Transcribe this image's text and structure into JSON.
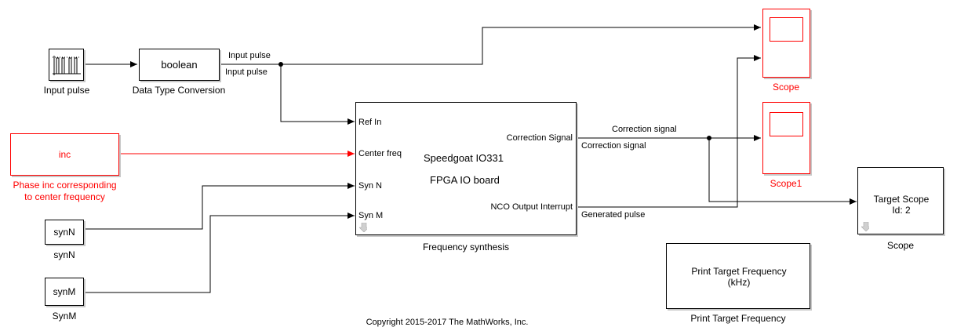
{
  "blocks": {
    "input_pulse": {
      "caption": "Input pulse"
    },
    "data_type_conversion": {
      "text": "boolean",
      "caption": "Data Type Conversion"
    },
    "inc": {
      "text": "inc",
      "caption_line1": "Phase inc corresponding",
      "caption_line2": "to center frequency"
    },
    "synN": {
      "text": "synN",
      "caption": "synN"
    },
    "synM": {
      "text": "synM",
      "caption": "SynM"
    },
    "freq_synth": {
      "inputs": [
        "Ref In",
        "Center freq",
        "Syn N",
        "Syn M"
      ],
      "outputs": [
        "Correction Signal",
        "NCO Output Interrupt"
      ],
      "title_line1": "Speedgoat IO331",
      "title_line2": "FPGA IO board",
      "caption": "Frequency synthesis"
    },
    "scope": {
      "caption": "Scope"
    },
    "scope1": {
      "caption": "Scope1"
    },
    "target_scope": {
      "line1": "Target Scope",
      "line2": "Id: 2",
      "caption": "Scope"
    },
    "print_target": {
      "line1": "Print Target Frequency",
      "line2": "(kHz)",
      "caption": "Print Target Frequency"
    }
  },
  "signals": {
    "input_pulse_top": "Input pulse",
    "input_pulse_bottom": "Input pulse",
    "correction_top": "Correction signal",
    "correction_bottom": "Correction signal",
    "generated_pulse": "Generated pulse"
  },
  "footer": {
    "copyright": "Copyright 2015-2017 The MathWorks, Inc."
  },
  "colors": {
    "highlight": "#ff0000",
    "line": "#000000"
  }
}
